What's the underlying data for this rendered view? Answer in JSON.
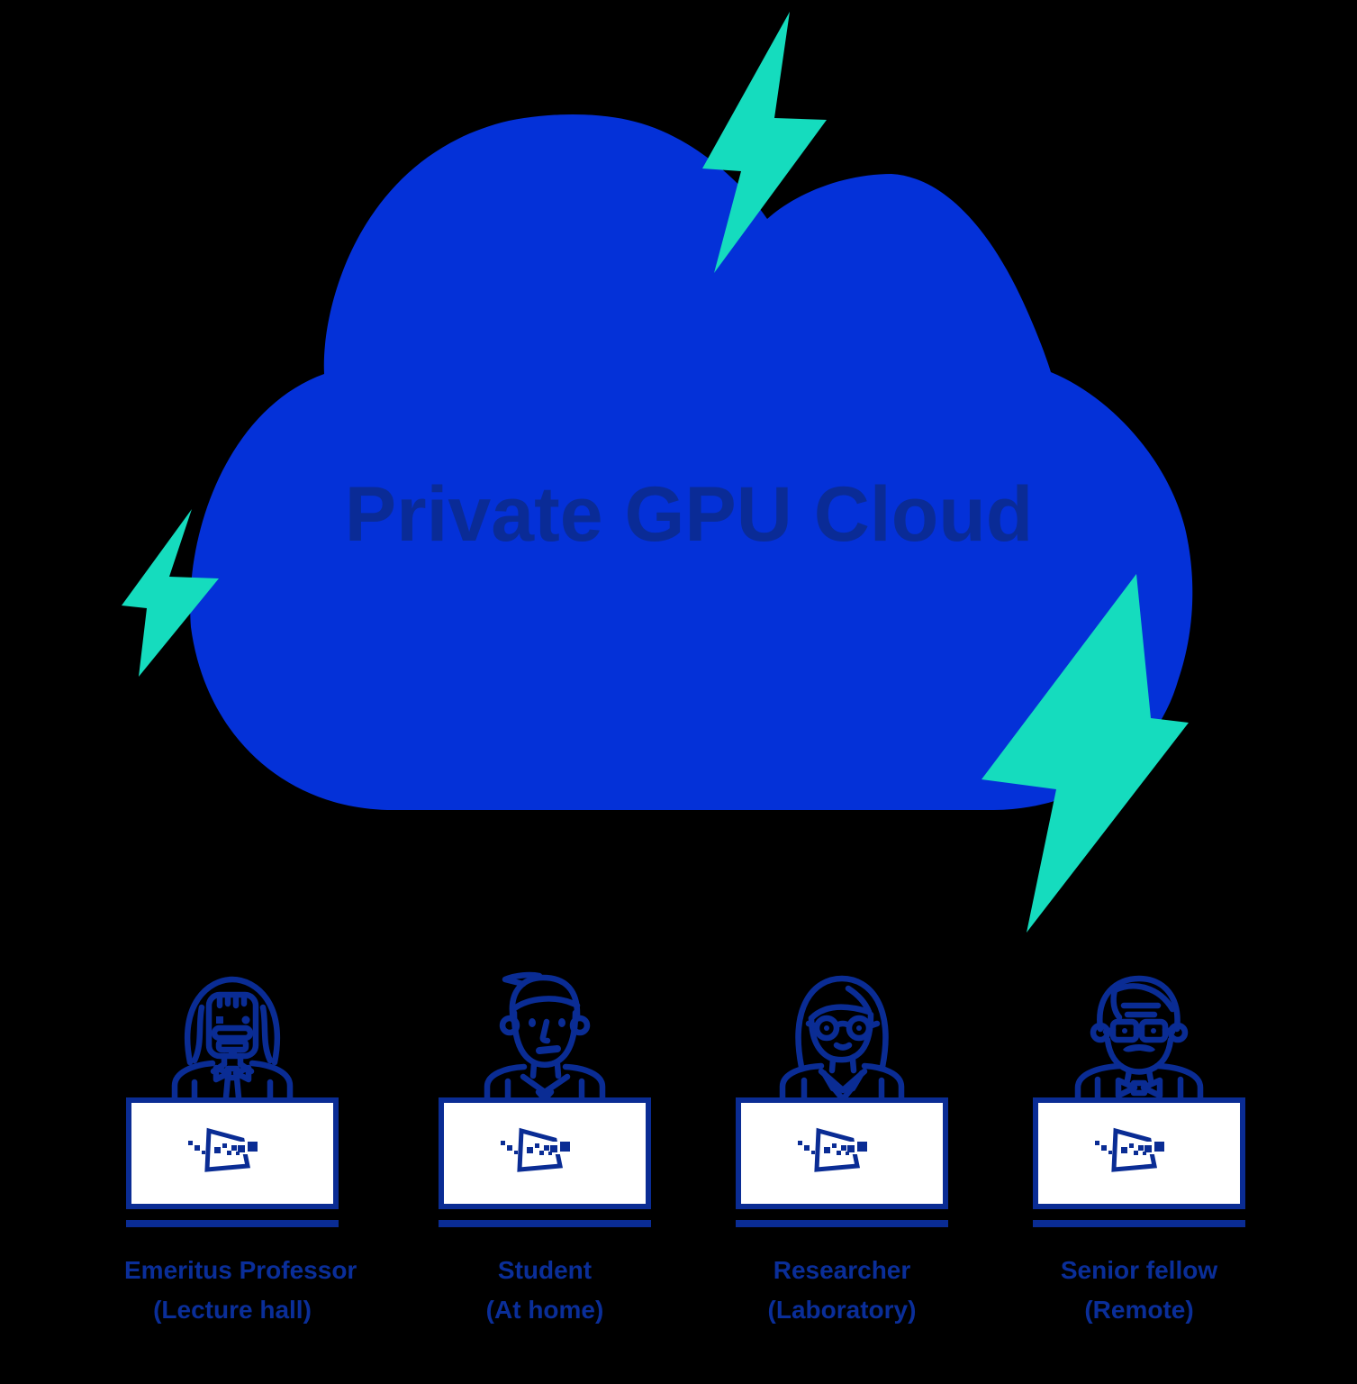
{
  "page": {
    "background_color": "#000000"
  },
  "cloud": {
    "title": "Private GPU Cloud",
    "fill_color": "#0431D8",
    "title_color": "#0A2B96"
  },
  "lightning": {
    "color": "#15DCBE",
    "count": 3
  },
  "colors": {
    "figure_line": "#0A2C94",
    "label_text": "#0A2E99",
    "screen_background": "#FFFFFF"
  },
  "users": [
    {
      "name": "Emeritus Professor",
      "location": "(Lecture hall)",
      "persona": "professor"
    },
    {
      "name": "Student",
      "location": "(At home)",
      "persona": "student"
    },
    {
      "name": "Researcher",
      "location": "(Laboratory)",
      "persona": "researcher"
    },
    {
      "name": "Senior fellow",
      "location": "(Remote)",
      "persona": "senior-fellow"
    }
  ]
}
